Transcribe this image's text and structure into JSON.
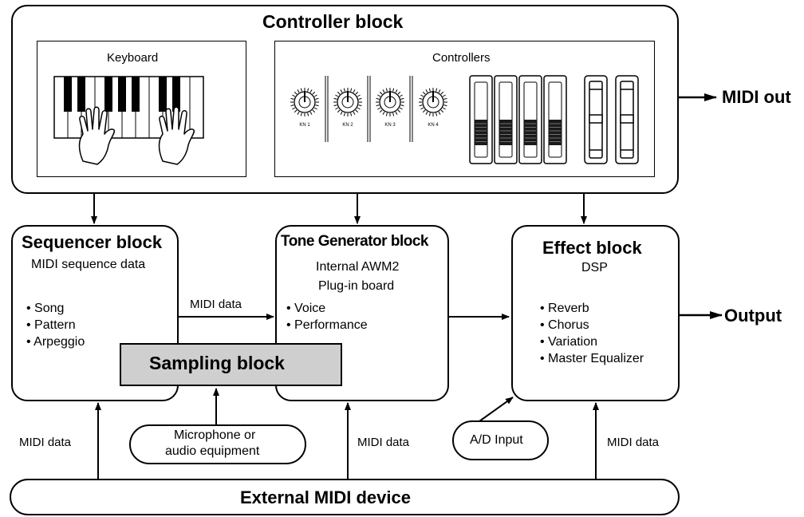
{
  "controller": {
    "title": "Controller block",
    "keyboard_label": "Keyboard",
    "controllers_label": "Controllers",
    "knobs": [
      "KN 1",
      "KN 2",
      "KN 3",
      "KN 4"
    ]
  },
  "midi_out": "MIDI out",
  "sequencer": {
    "title": "Sequencer block",
    "subtitle": "MIDI sequence data",
    "items": [
      "• Song",
      "• Pattern",
      "• Arpeggio"
    ]
  },
  "tone_generator": {
    "title": "Tone Generator block",
    "line1": "Internal AWM2",
    "line2": "Plug-in board",
    "items": [
      "• Voice",
      "• Performance"
    ]
  },
  "effect": {
    "title": "Effect block",
    "subtitle": "DSP",
    "items": [
      "• Reverb",
      "• Chorus",
      "• Variation",
      "• Master Equalizer"
    ]
  },
  "sampling": {
    "title": "Sampling block"
  },
  "output": "Output",
  "midi_data_seq_tone": "MIDI data",
  "midi_data_labels": [
    "MIDI data",
    "MIDI data",
    "MIDI data"
  ],
  "microphone": {
    "line1": "Microphone or",
    "line2": "audio equipment"
  },
  "ad_input": "A/D Input",
  "external": "External MIDI device",
  "colors": {
    "sampling_fill": "#cfcfcf",
    "line": "#000000"
  }
}
